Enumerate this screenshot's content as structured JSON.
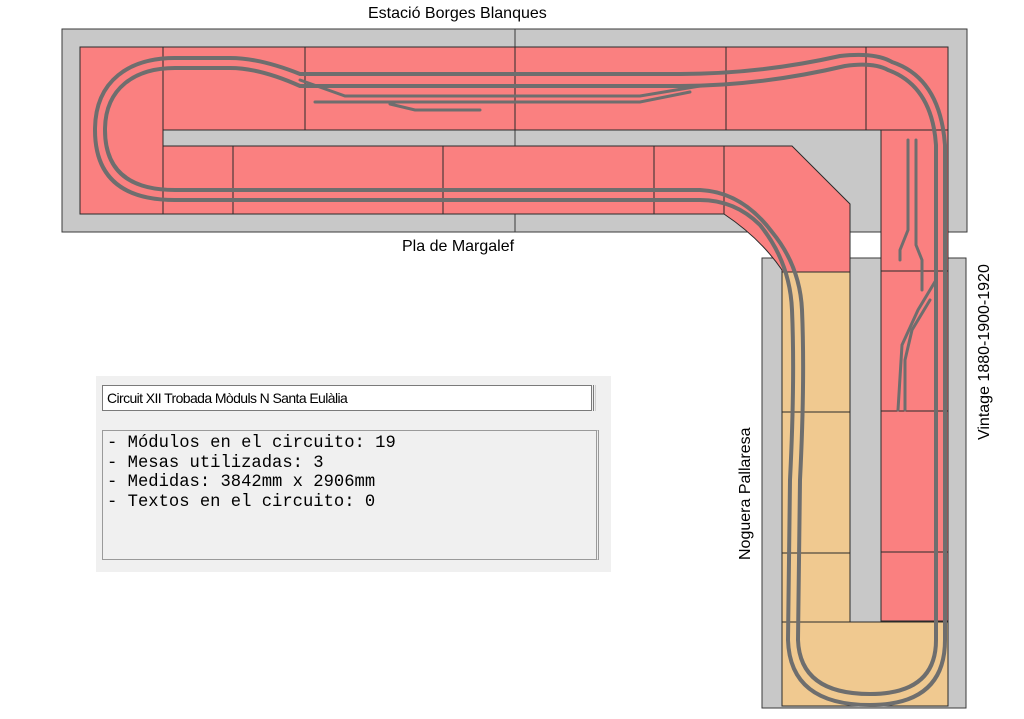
{
  "labels": {
    "top": "Estació Borges Blanques",
    "middle": "Pla de Margalef",
    "noguera": "Noguera Pallaresa",
    "vintage": "Vintage 1880-1900-1920"
  },
  "info": {
    "circuit_name": "Circuit XII Trobada Mòduls N Santa Eulàlia",
    "stats": [
      "- Módulos en el circuito: 19",
      "- Mesas utilizadas: 3",
      "- Medidas: 3842mm x 2906mm",
      "- Textos en el circuito: 0"
    ]
  },
  "colors": {
    "table": "#c8c8c8",
    "module_red": "#fa8080",
    "module_tan": "#f0c990",
    "track": "#6e6e6e",
    "outline": "#3a3a3a"
  }
}
